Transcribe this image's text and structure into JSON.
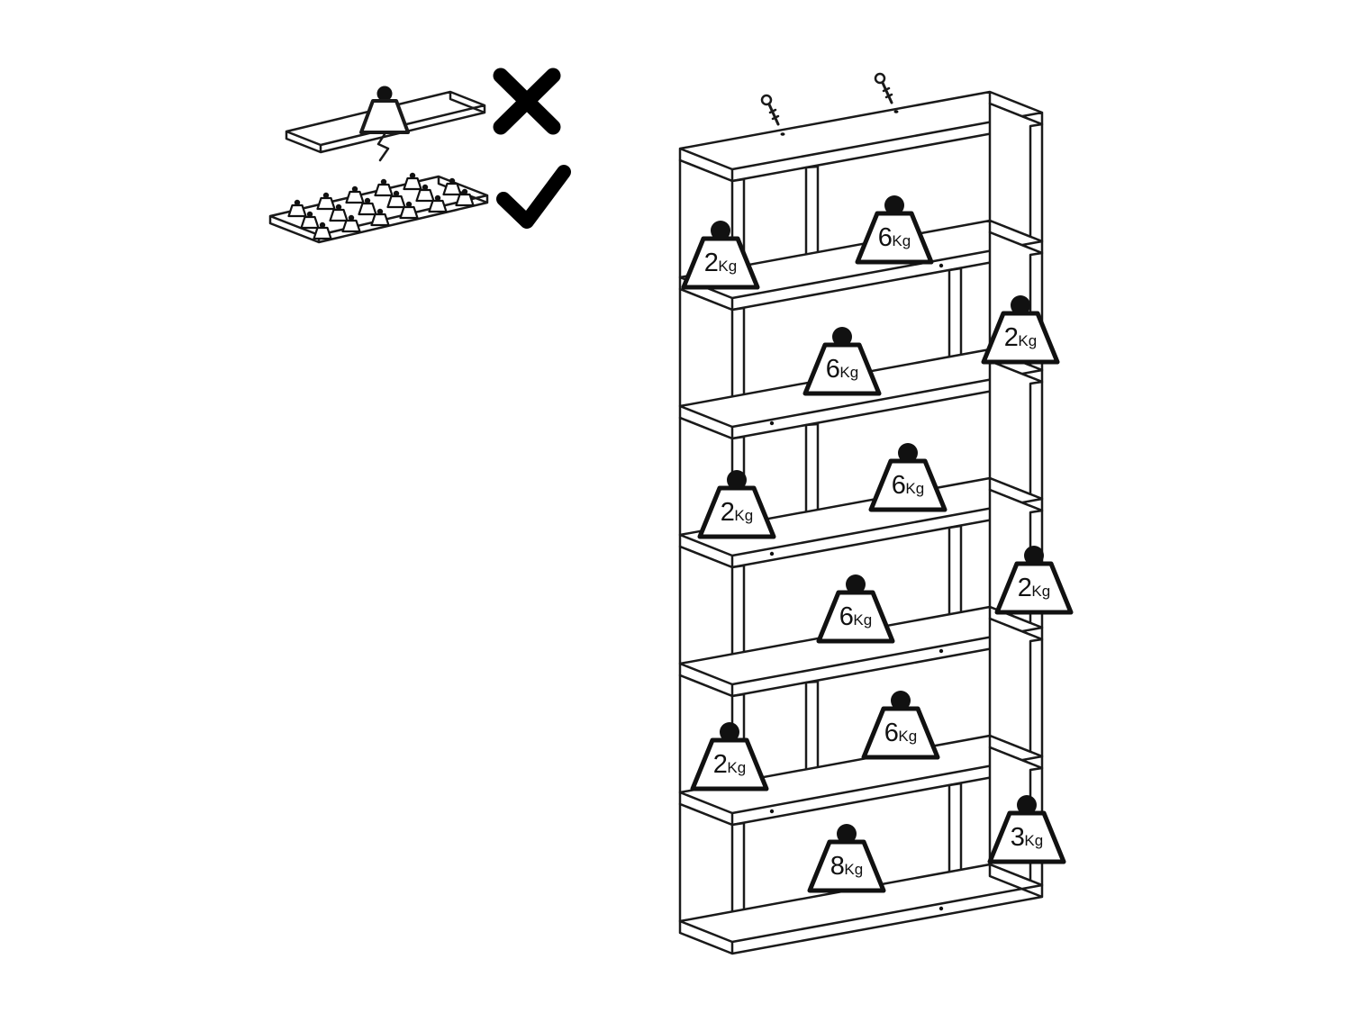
{
  "figure": {
    "type": "furniture-assembly-weight-limit-diagram",
    "background_color": "#ffffff",
    "line_color": "#1a1a1a"
  },
  "legend": {
    "wrong_icon": "x-mark",
    "correct_icon": "check-mark",
    "wrong_example_icon": "single-concentrated-weight-on-board",
    "correct_example_icon": "distributed-small-weights-on-board"
  },
  "weights": [
    {
      "value": "2",
      "unit": "Kg",
      "shelf": 1,
      "side": "left"
    },
    {
      "value": "6",
      "unit": "Kg",
      "shelf": 1,
      "side": "center-right"
    },
    {
      "value": "6",
      "unit": "Kg",
      "shelf": 2,
      "side": "center"
    },
    {
      "value": "2",
      "unit": "Kg",
      "shelf": 2,
      "side": "right"
    },
    {
      "value": "2",
      "unit": "Kg",
      "shelf": 3,
      "side": "left"
    },
    {
      "value": "6",
      "unit": "Kg",
      "shelf": 3,
      "side": "center"
    },
    {
      "value": "6",
      "unit": "Kg",
      "shelf": 4,
      "side": "center"
    },
    {
      "value": "2",
      "unit": "Kg",
      "shelf": 4,
      "side": "right"
    },
    {
      "value": "2",
      "unit": "Kg",
      "shelf": 5,
      "side": "left"
    },
    {
      "value": "6",
      "unit": "Kg",
      "shelf": 5,
      "side": "center"
    },
    {
      "value": "8",
      "unit": "Kg",
      "shelf": 6,
      "side": "center"
    },
    {
      "value": "3",
      "unit": "Kg",
      "shelf": 6,
      "side": "right"
    }
  ]
}
